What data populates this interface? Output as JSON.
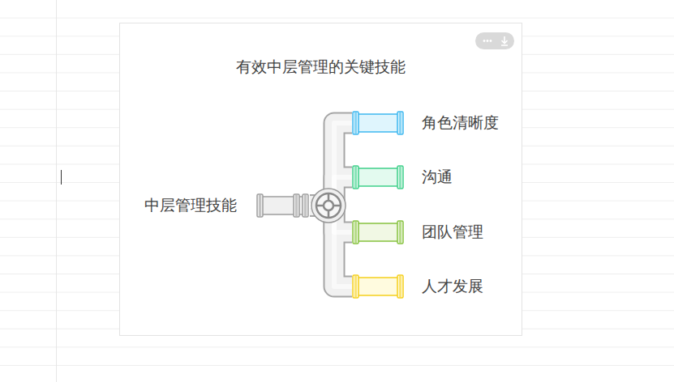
{
  "diagram": {
    "title": "有效中层管理的关键技能",
    "nodes": [
      {
        "text": [
          "中层管理技能"
        ]
      },
      {
        "text": [
          "角色清晰度"
        ]
      },
      {
        "text": [
          "沟通"
        ]
      },
      {
        "text": [
          "团队管理"
        ]
      },
      {
        "text": [
          "人才发展"
        ]
      }
    ],
    "edges": [
      {
        "from": 0,
        "to": 1,
        "arrow": "none"
      },
      {
        "from": 0,
        "to": 2,
        "arrow": "none"
      },
      {
        "from": 0,
        "to": 3,
        "arrow": "none"
      },
      {
        "from": 0,
        "to": 4,
        "arrow": "none"
      }
    ]
  }
}
